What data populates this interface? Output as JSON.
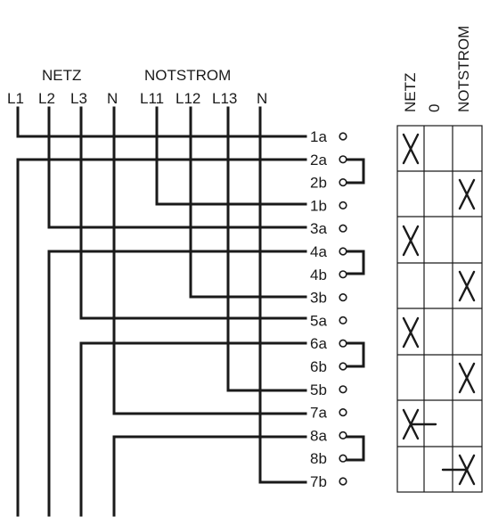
{
  "headers": {
    "netz": "NETZ",
    "notstrom": "NOTSTROM"
  },
  "inputs": [
    {
      "label": "L1"
    },
    {
      "label": "L2"
    },
    {
      "label": "L3"
    },
    {
      "label": "N"
    },
    {
      "label": "L11"
    },
    {
      "label": "L12"
    },
    {
      "label": "L13"
    },
    {
      "label": "N"
    }
  ],
  "contacts": [
    "1a",
    "2a",
    "2b",
    "1b",
    "3a",
    "4a",
    "4b",
    "3b",
    "5a",
    "6a",
    "6b",
    "5b",
    "7a",
    "8a",
    "8b",
    "7b"
  ],
  "table": {
    "columns": [
      "NETZ",
      "0",
      "NOTSTROM"
    ],
    "marks": [
      {
        "rows": [
          "1a",
          "2a"
        ],
        "position": "NETZ",
        "symbol": "X"
      },
      {
        "rows": [
          "2b",
          "1b"
        ],
        "position": "NOTSTROM",
        "symbol": "X"
      },
      {
        "rows": [
          "3a",
          "4a"
        ],
        "position": "NETZ",
        "symbol": "X"
      },
      {
        "rows": [
          "4b",
          "3b"
        ],
        "position": "NOTSTROM",
        "symbol": "X"
      },
      {
        "rows": [
          "5a",
          "6a"
        ],
        "position": "NETZ",
        "symbol": "X"
      },
      {
        "rows": [
          "6b",
          "5b"
        ],
        "position": "NOTSTROM",
        "symbol": "X"
      },
      {
        "rows": [
          "7a",
          "8a"
        ],
        "position": "NETZ",
        "symbol": "X with early-make tick"
      },
      {
        "rows": [
          "8b",
          "7b"
        ],
        "position": "NOTSTROM",
        "symbol": "X with early-make tick"
      }
    ]
  }
}
